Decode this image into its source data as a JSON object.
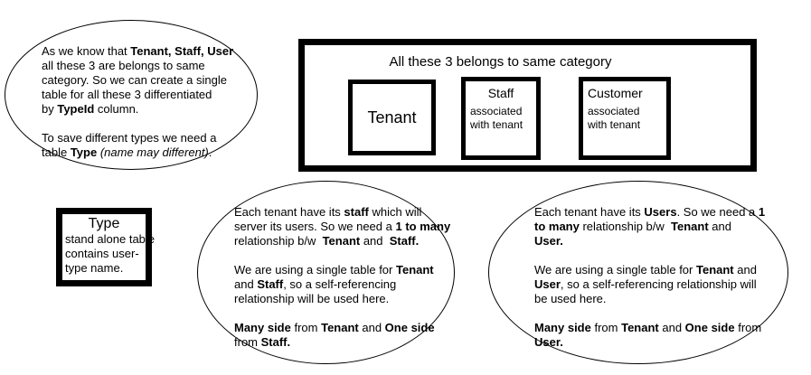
{
  "colors": {
    "background": "#ffffff",
    "line": "#000000",
    "text": "#000000"
  },
  "top_left_ellipse": {
    "rich": [
      {
        "t": "As we know that "
      },
      {
        "t": "Tenant, Staff, User",
        "b": true
      },
      {
        "t": "\nall these 3 are belongs to same\ncategory. So we can create a single\ntable for all these 3 differentiated\nby "
      },
      {
        "t": "TypeId",
        "b": true
      },
      {
        "t": " column.\n\nTo save different types we need a\ntable "
      },
      {
        "t": "Type",
        "b": true
      },
      {
        "t": " "
      },
      {
        "t": "(name may different)",
        "i": true
      },
      {
        "t": "."
      }
    ]
  },
  "category_box": {
    "title": "All these 3 belongs to same category",
    "tenant": {
      "label": "Tenant"
    },
    "staff": {
      "title": "Staff",
      "subtitle": "associated\nwith tenant"
    },
    "customer": {
      "title": "Customer",
      "subtitle": "associated\nwith tenant"
    }
  },
  "type_box": {
    "title": "Type",
    "body": "stand alone table\ncontains user-\ntype name."
  },
  "staff_ellipse": {
    "rich": [
      {
        "t": "Each tenant have its "
      },
      {
        "t": "staff",
        "b": true
      },
      {
        "t": " which will\nserver its users. So we need a "
      },
      {
        "t": "1 to many",
        "b": true
      },
      {
        "t": "\nrelationship b/w  "
      },
      {
        "t": "Tenant",
        "b": true
      },
      {
        "t": " and  "
      },
      {
        "t": "Staff.",
        "b": true
      },
      {
        "t": "\n\nWe are using a single table for "
      },
      {
        "t": "Tenant",
        "b": true
      },
      {
        "t": "\nand "
      },
      {
        "t": "Staff",
        "b": true
      },
      {
        "t": ", so a self-referencing\nrelationship will be used here.\n\n"
      },
      {
        "t": "Many side",
        "b": true
      },
      {
        "t": " from "
      },
      {
        "t": "Tenant",
        "b": true
      },
      {
        "t": " and "
      },
      {
        "t": "One side",
        "b": true
      },
      {
        "t": "\nfrom "
      },
      {
        "t": "Staff.",
        "b": true
      }
    ]
  },
  "user_ellipse": {
    "rich": [
      {
        "t": "Each tenant have its "
      },
      {
        "t": "Users",
        "b": true
      },
      {
        "t": ". So we need a "
      },
      {
        "t": "1",
        "b": true
      },
      {
        "t": "\n"
      },
      {
        "t": "to many",
        "b": true
      },
      {
        "t": " relationship b/w  "
      },
      {
        "t": "Tenant",
        "b": true
      },
      {
        "t": " and\n"
      },
      {
        "t": "User.",
        "b": true
      },
      {
        "t": "\n\nWe are using a single table for "
      },
      {
        "t": "Tenant",
        "b": true
      },
      {
        "t": " and\n"
      },
      {
        "t": "User",
        "b": true
      },
      {
        "t": ", so a self-referencing relationship will\nbe used here.\n\n"
      },
      {
        "t": "Many side",
        "b": true
      },
      {
        "t": " from "
      },
      {
        "t": "Tenant",
        "b": true
      },
      {
        "t": " and "
      },
      {
        "t": "One side",
        "b": true
      },
      {
        "t": " from\n"
      },
      {
        "t": "User.",
        "b": true
      }
    ]
  }
}
